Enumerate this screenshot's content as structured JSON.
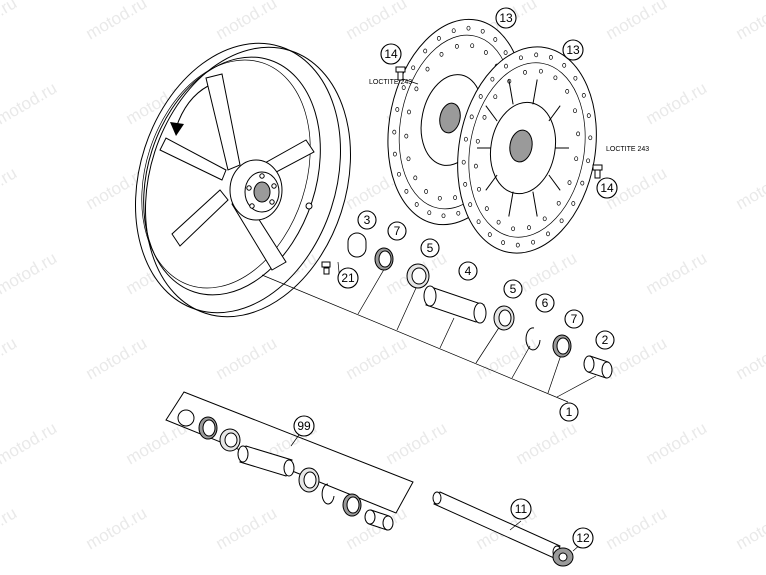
{
  "watermark": "motod.ru",
  "notes": {
    "loctite_left": "LOCTITE 243",
    "loctite_right": "LOCTITE 243"
  },
  "callouts": {
    "c1": "1",
    "c2": "2",
    "c3": "3",
    "c4": "4",
    "c5a": "5",
    "c5b": "5",
    "c6": "6",
    "c7a": "7",
    "c7b": "7",
    "c11": "11",
    "c12": "12",
    "c13a": "13",
    "c13b": "13",
    "c14a": "14",
    "c14b": "14",
    "c21": "21",
    "c99": "99"
  }
}
